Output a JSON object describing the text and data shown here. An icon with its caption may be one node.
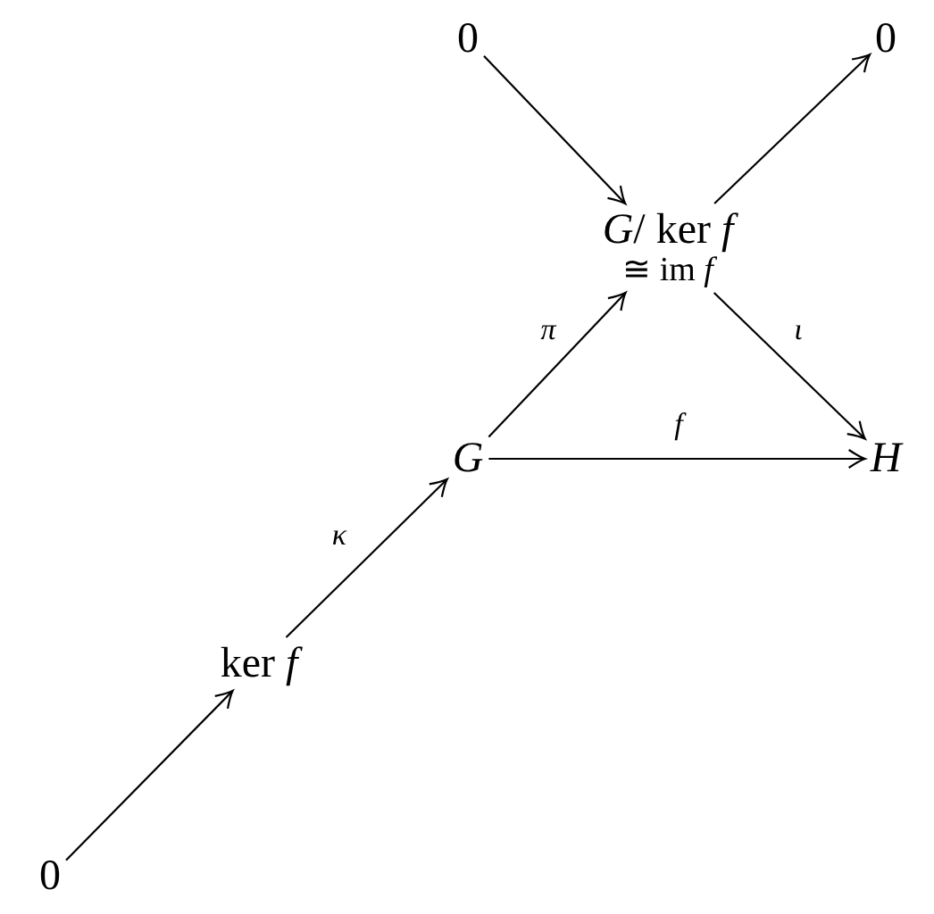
{
  "diagram": {
    "nodes": [
      {
        "text": [
          "0"
        ]
      },
      {
        "text": [
          "0"
        ]
      },
      {
        "text": [
          "*G*/ ker *f*",
          "≅ im *f*"
        ]
      },
      {
        "text": [
          "*G*"
        ]
      },
      {
        "text": [
          "*H*"
        ]
      },
      {
        "text": [
          "ker *f*"
        ]
      },
      {
        "text": [
          "0"
        ]
      }
    ],
    "edges": [
      {
        "from": 6,
        "to": 5,
        "arrow": "to"
      },
      {
        "from": 5,
        "to": 3,
        "arrow": "to",
        "label": "κ"
      },
      {
        "from": 3,
        "to": 2,
        "arrow": "to",
        "label": "π"
      },
      {
        "from": 2,
        "to": 4,
        "arrow": "to",
        "label": "ι"
      },
      {
        "from": 3,
        "to": 4,
        "arrow": "to",
        "label": "f"
      },
      {
        "from": 0,
        "to": 2,
        "arrow": "to"
      },
      {
        "from": 2,
        "to": 1,
        "arrow": "to"
      }
    ]
  }
}
